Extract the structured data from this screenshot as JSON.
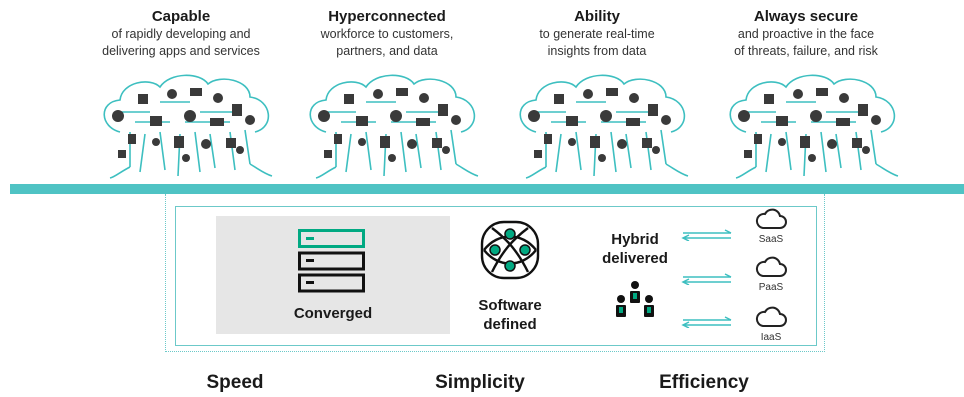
{
  "capabilities": [
    {
      "title": "Capable",
      "line1": "of rapidly developing and",
      "line2": "delivering apps and services"
    },
    {
      "title": "Hyperconnected",
      "line1": "workforce to customers,",
      "line2": "partners, and data"
    },
    {
      "title": "Ability",
      "line1": "to generate real-time",
      "line2": "insights from data"
    },
    {
      "title": "Always secure",
      "line1": "and proactive in the face",
      "line2": "of threats, failure, and risk"
    }
  ],
  "center": {
    "converged": "Converged",
    "software_line1": "Software",
    "software_line2": "defined",
    "hybrid_line1": "Hybrid",
    "hybrid_line2": "delivered"
  },
  "cloud_services": [
    "SaaS",
    "PaaS",
    "IaaS"
  ],
  "bottom": [
    "Speed",
    "Simplicity",
    "Efficiency"
  ],
  "colors": {
    "teal": "#4fc3c4",
    "green": "#01a982",
    "gray_panel": "#e6e6e6"
  },
  "icons": [
    "brain-circuit-icon",
    "server-stack-icon",
    "network-nodes-icon",
    "team-icon",
    "cloud-icon",
    "bidirectional-arrows-icon"
  ]
}
